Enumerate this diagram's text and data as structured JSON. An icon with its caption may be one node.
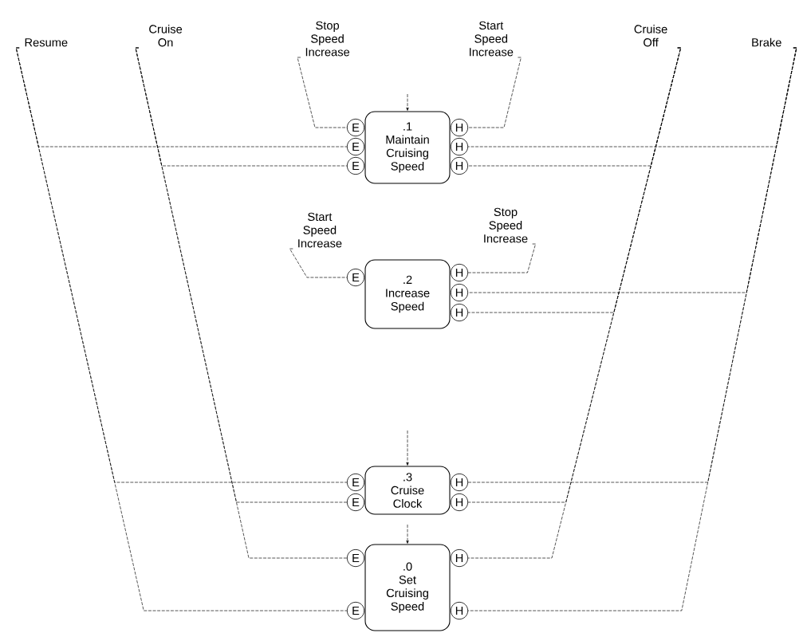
{
  "diagram": {
    "nodes": [
      {
        "text": [
          "Resume"
        ]
      },
      {
        "text": [
          "Cruise On"
        ]
      },
      {
        "text": [
          "Stop Speed Increase"
        ]
      },
      {
        "text": [
          "Start Speed Increase"
        ]
      },
      {
        "text": [
          "Cruise Off"
        ]
      },
      {
        "text": [
          "Brake"
        ]
      },
      {
        "text": [
          ".1",
          "Maintain Cruising Speed"
        ]
      },
      {
        "text": [
          "E"
        ]
      },
      {
        "text": [
          "E"
        ]
      },
      {
        "text": [
          "E"
        ]
      },
      {
        "text": [
          "H"
        ]
      },
      {
        "text": [
          "H"
        ]
      },
      {
        "text": [
          "H"
        ]
      },
      {
        "text": [
          "Start Speed Increase"
        ]
      },
      {
        "text": [
          "Stop Speed Increase"
        ]
      },
      {
        "text": [
          ".2",
          "Increase Speed"
        ]
      },
      {
        "text": [
          "E"
        ]
      },
      {
        "text": [
          "H"
        ]
      },
      {
        "text": [
          "H"
        ]
      },
      {
        "text": [
          "H"
        ]
      },
      {
        "text": [
          ".3",
          "Cruise Clock"
        ]
      },
      {
        "text": [
          "E"
        ]
      },
      {
        "text": [
          "E"
        ]
      },
      {
        "text": [
          "H"
        ]
      },
      {
        "text": [
          "H"
        ]
      },
      {
        "text": [
          ".0",
          "Set Cruising Speed"
        ]
      },
      {
        "text": [
          "E"
        ]
      },
      {
        "text": [
          "E"
        ]
      },
      {
        "text": [
          "H"
        ]
      },
      {
        "text": [
          "H"
        ]
      }
    ],
    "edges": [
      {
        "from": 0,
        "to": 8,
        "arrow": "none"
      },
      {
        "from": 0,
        "to": 21,
        "arrow": "none"
      },
      {
        "from": 0,
        "to": 27,
        "arrow": "none"
      },
      {
        "from": 1,
        "to": 9,
        "arrow": "none"
      },
      {
        "from": 1,
        "to": 22,
        "arrow": "none"
      },
      {
        "from": 1,
        "to": 26,
        "arrow": "none"
      },
      {
        "from": 2,
        "to": 7,
        "arrow": "none"
      },
      {
        "from": 3,
        "to": 10,
        "arrow": "none"
      },
      {
        "from": 4,
        "to": 12,
        "arrow": "none"
      },
      {
        "from": 4,
        "to": 19,
        "arrow": "none"
      },
      {
        "from": 4,
        "to": 24,
        "arrow": "none"
      },
      {
        "from": 4,
        "to": 28,
        "arrow": "none"
      },
      {
        "from": 5,
        "to": 11,
        "arrow": "none"
      },
      {
        "from": 5,
        "to": 18,
        "arrow": "none"
      },
      {
        "from": 5,
        "to": 23,
        "arrow": "none"
      },
      {
        "from": 5,
        "to": 29,
        "arrow": "none"
      },
      {
        "from": 13,
        "to": 16,
        "arrow": "none"
      },
      {
        "from": 14,
        "to": 17,
        "arrow": "none"
      },
      {
        "from": null,
        "to": 6,
        "arrow": "to"
      },
      {
        "from": null,
        "to": 20,
        "arrow": "to"
      },
      {
        "from": null,
        "to": 25,
        "arrow": "to"
      }
    ]
  }
}
